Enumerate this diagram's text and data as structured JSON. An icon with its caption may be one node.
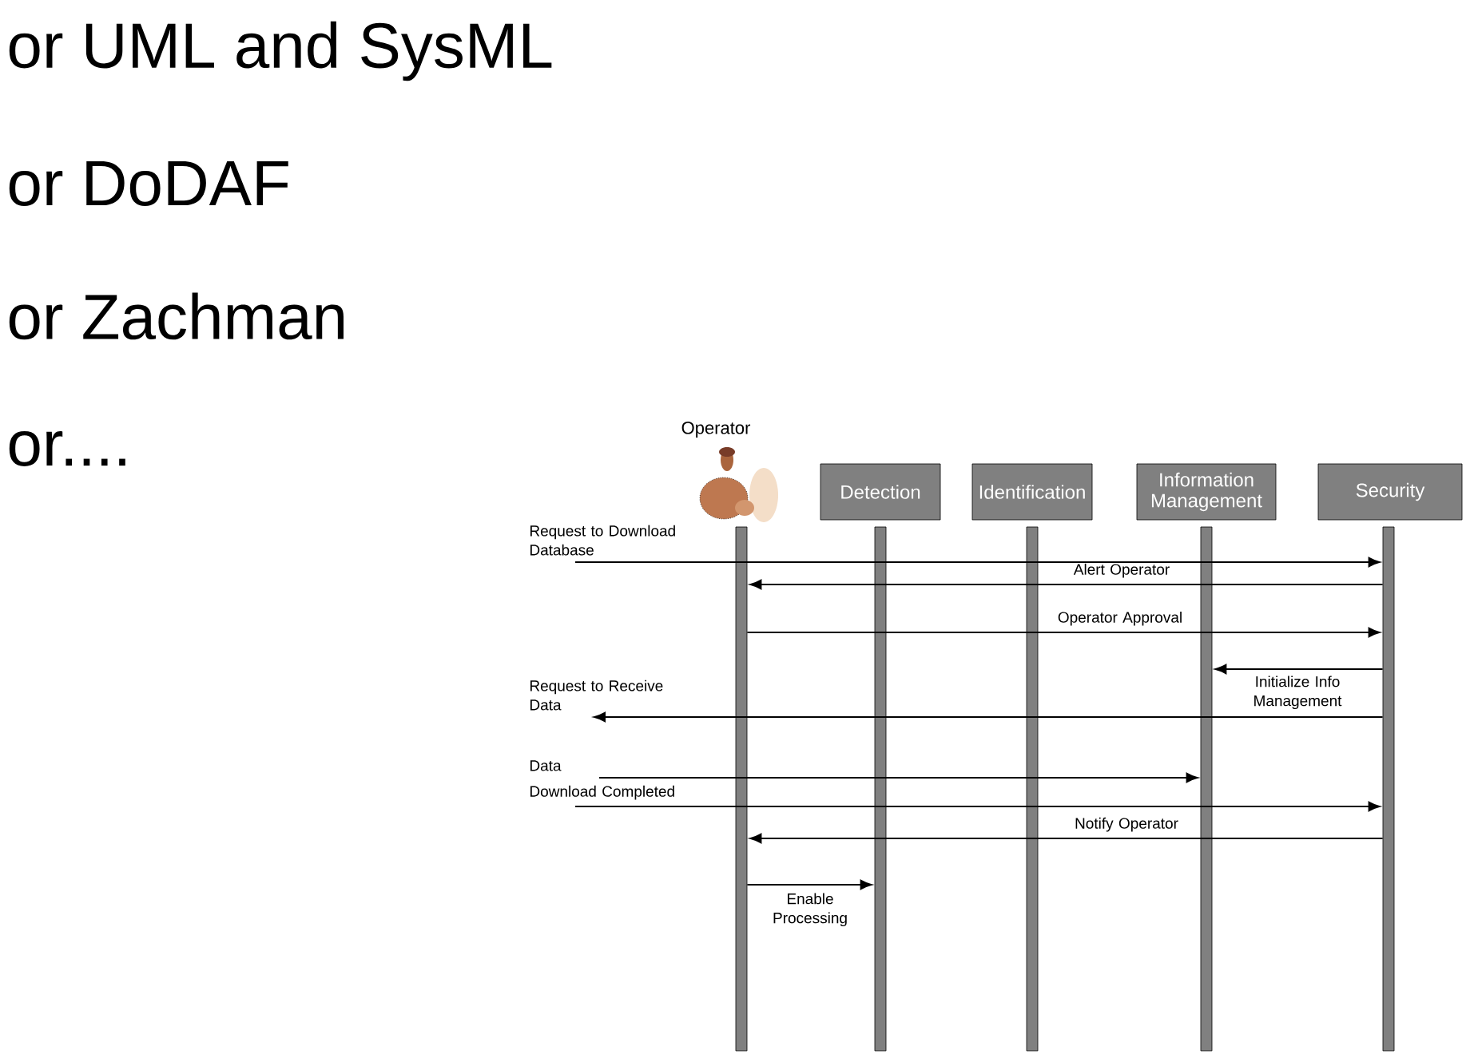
{
  "diagram": {
    "nodes": [
      {
        "text": [
          "Operator"
        ]
      },
      {
        "text": [
          "Detection"
        ]
      },
      {
        "text": [
          "Identification"
        ]
      },
      {
        "text": [
          "Information Management"
        ]
      },
      {
        "text": [
          "Security"
        ]
      },
      {
        "text": [],
        "shape": "bar"
      },
      {
        "text": [],
        "shape": "bar"
      },
      {
        "text": [],
        "shape": "bar"
      },
      {
        "text": [],
        "shape": "bar"
      },
      {
        "text": [],
        "shape": "bar"
      }
    ],
    "edges": [
      {
        "from": null,
        "to": 9,
        "arrow": "to",
        "label": "Request to Download Database"
      },
      {
        "from": 9,
        "to": 5,
        "arrow": "to",
        "label": "Alert Operator"
      },
      {
        "from": 5,
        "to": 9,
        "arrow": "to",
        "label": "Operator Approval"
      },
      {
        "from": 9,
        "to": 8,
        "arrow": "to",
        "label": "Initialize Info Management"
      },
      {
        "from": 9,
        "to": null,
        "arrow": "to",
        "label": "Request to Receive Data"
      },
      {
        "from": null,
        "to": 8,
        "arrow": "to",
        "label": "Data"
      },
      {
        "from": null,
        "to": 9,
        "arrow": "to",
        "label": "Download Completed"
      },
      {
        "from": 9,
        "to": 5,
        "arrow": "to",
        "label": "Notify Operator"
      },
      {
        "from": 5,
        "to": 6,
        "arrow": "to",
        "label": "Enable Processing"
      }
    ],
    "labels": [
      "or UML and SysML",
      "or DoDAF",
      "or Zachman",
      "or...."
    ]
  }
}
